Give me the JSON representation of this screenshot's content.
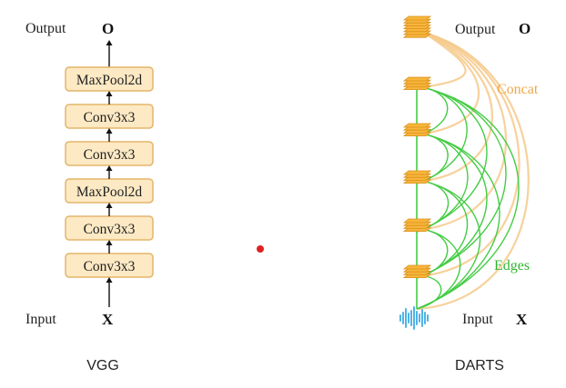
{
  "vgg": {
    "caption": "VGG",
    "output_label": "Output",
    "output_symbol": "O",
    "input_label": "Input",
    "input_symbol": "X",
    "layers_top_to_bottom": [
      "MaxPool2d",
      "Conv3x3",
      "Conv3x3",
      "MaxPool2d",
      "Conv3x3",
      "Conv3x3"
    ]
  },
  "darts": {
    "caption": "DARTS",
    "output_label": "Output",
    "output_symbol": "O",
    "input_label": "Input",
    "input_symbol": "X",
    "concat_label": "Concat",
    "edges_label": "Edges"
  },
  "colors": {
    "block_fill": "#fde9c4",
    "block_stroke": "#e3b56a",
    "concat": "#f6c98a",
    "concat_text": "#f0a84a",
    "edges": "#44cc44",
    "edges_text": "#2fb52f",
    "node_fill": "#f7b53b",
    "node_stroke": "#d9901a",
    "input_wave": "#4fb3e6",
    "marker": "#e02020"
  }
}
